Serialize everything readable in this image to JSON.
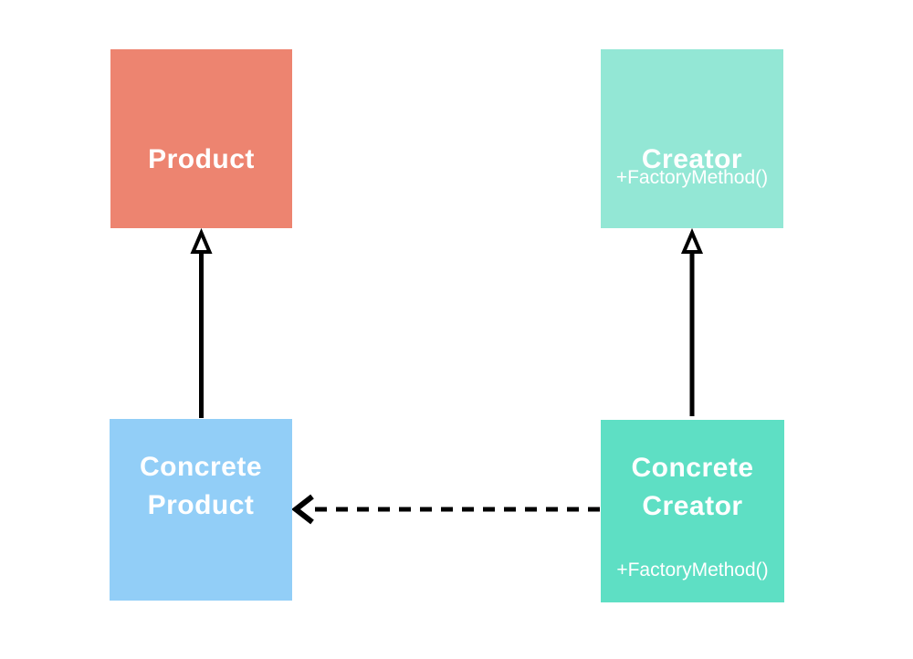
{
  "diagram": {
    "kind": "uml-class-diagram",
    "subject": "Factory Method pattern",
    "background_color": "#FFFFFF",
    "edge_color": "#000000",
    "text_color": "#FFFFFF"
  },
  "nodes": {
    "product": {
      "label": "Product",
      "color": "#ED8470"
    },
    "creator": {
      "label": "Creator",
      "method": "+FactoryMethod()",
      "color": "#93E7D5"
    },
    "concrete_product": {
      "label_lines": [
        "Concrete",
        "Product"
      ],
      "color": "#92CEF7"
    },
    "concrete_creator": {
      "label_lines": [
        "Concrete",
        "Creator"
      ],
      "method": "+FactoryMethod()",
      "color": "#5EDFC4"
    }
  },
  "edges": [
    {
      "from": "concrete_product",
      "to": "product",
      "relation": "generalization",
      "style": "solid",
      "arrowhead": "hollow-triangle"
    },
    {
      "from": "concrete_creator",
      "to": "creator",
      "relation": "generalization",
      "style": "solid",
      "arrowhead": "hollow-triangle"
    },
    {
      "from": "concrete_creator",
      "to": "concrete_product",
      "relation": "dependency",
      "style": "dashed",
      "arrowhead": "open-v"
    }
  ]
}
